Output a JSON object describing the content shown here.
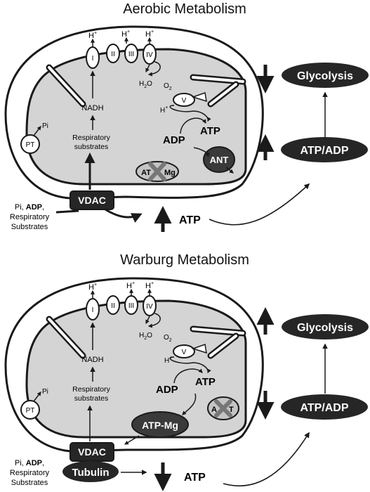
{
  "top": {
    "title": "Aerobic Metabolism",
    "complexes": [
      "I",
      "II",
      "III",
      "IV"
    ],
    "h_plus": "H+",
    "nadh": "NADH",
    "respiratory_substrates": [
      "Respiratory",
      "substrates"
    ],
    "pi": "Pi",
    "pt": "PT",
    "h2o": "H2O",
    "o2": "O2",
    "v": "V",
    "adp": "ADP",
    "atp": "ATP",
    "ant": "ANT",
    "at_mg_crossed": "ATXMg",
    "vdac": "VDAC",
    "inputs": [
      "Pi, ADP,",
      "Respiratory",
      "Substrates"
    ],
    "cytosolic_atp": "ATP",
    "glycolysis": "Glycolysis",
    "atp_adp": "ATP/ADP",
    "glycolysis_arrow": "down",
    "ratio_arrow": "up",
    "atp_arrow": "up"
  },
  "bottom": {
    "title": "Warburg Metabolism",
    "complexes": [
      "I",
      "II",
      "III",
      "IV"
    ],
    "h_plus": "H+",
    "nadh": "NADH",
    "respiratory_substrates": [
      "Respiratory",
      "substrates"
    ],
    "pi": "Pi",
    "pt": "PT",
    "h2o": "H2O",
    "o2": "O2",
    "v": "V",
    "adp": "ADP",
    "atp": "ATP",
    "atp_mg": "ATP-Mg",
    "ant_crossed": "AXT",
    "vdac": "VDAC",
    "tubulin": "Tubulin",
    "inputs": [
      "Pi, ADP,",
      "Respiratory",
      "Substrates"
    ],
    "cytosolic_atp": "ATP",
    "glycolysis": "Glycolysis",
    "atp_adp": "ATP/ADP",
    "glycolysis_arrow": "up",
    "ratio_arrow": "down",
    "atp_arrow": "down"
  },
  "colors": {
    "matrix_fill": "#d4d4d4",
    "dark_fill": "#262626",
    "ant_fill": "#3a3a3a",
    "stroke": "#1a1a1a"
  }
}
